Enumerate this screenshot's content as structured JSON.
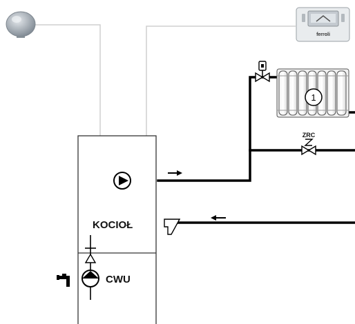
{
  "labels": {
    "boiler": "KOCIOŁ",
    "dhw": "CWU",
    "check_valve": "ZRC",
    "radiator_number": "1",
    "controller_brand": "ferroli"
  },
  "icons": {
    "outdoor_sensor": "outdoor-sensor-icon",
    "room_controller": "room-thermostat-icon",
    "pump": "pump-icon",
    "tap": "water-tap-icon",
    "radiator": "radiator-icon",
    "thermostatic_valve": "thermostatic-valve-icon",
    "check_valve": "check-valve-icon",
    "flow_arrow": "flow-arrow-icon"
  },
  "colors": {
    "pipe": "#000000",
    "wire": "#cfcfcf",
    "device": "#c9cfd4"
  }
}
